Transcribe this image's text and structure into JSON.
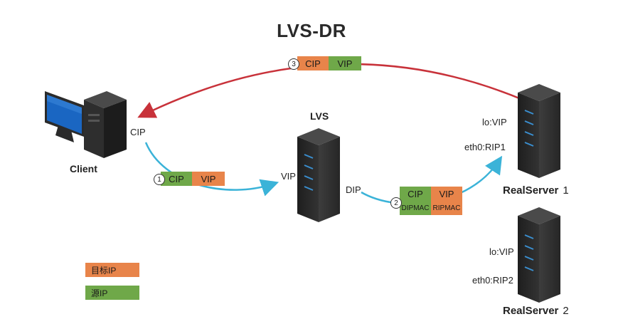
{
  "title": "LVS-DR",
  "client": {
    "label": "Client",
    "ip_label": "CIP"
  },
  "lvs": {
    "label": "LVS",
    "vip_label": "VIP",
    "dip_label": "DIP"
  },
  "realservers": [
    {
      "name": "RealServer",
      "num": "1",
      "lo": "lo:VIP",
      "eth0": "eth0:RIP1"
    },
    {
      "name": "RealServer",
      "num": "2",
      "lo": "lo:VIP",
      "eth0": "eth0:RIP2"
    }
  ],
  "packets": {
    "p1": {
      "step": "1",
      "src": "CIP",
      "dst": "VIP"
    },
    "p2": {
      "step": "2",
      "src": "CIP",
      "dst": "VIP",
      "src_mac": "DIPMAC",
      "dst_mac": "RIPMAC"
    },
    "p3": {
      "step": "3",
      "src": "CIP",
      "dst": "VIP"
    }
  },
  "legend": {
    "dest": "目标IP",
    "src": "源IP"
  },
  "colors": {
    "src": "#6fa849",
    "dest": "#e8844a",
    "request_arrow": "#3bb3d8",
    "response_arrow": "#c8323a"
  }
}
